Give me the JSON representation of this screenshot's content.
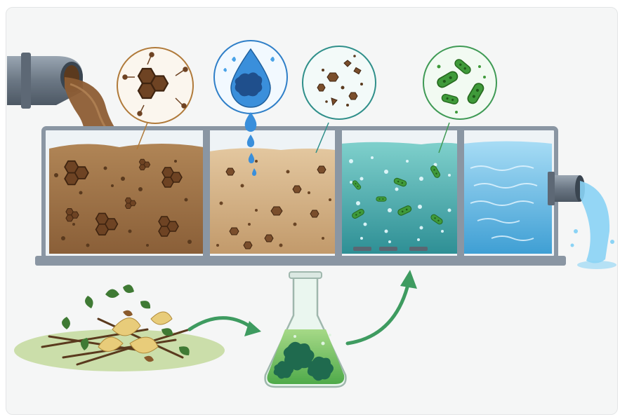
{
  "diagram": {
    "stages": [
      {
        "id": "raw-sludge",
        "zoom_icon": "pollutant-molecule-icon",
        "accent": "#b07a3a"
      },
      {
        "id": "primary-settling",
        "zoom_icon": "water-drop-with-particle-icon",
        "accent": "#2f7fc8"
      },
      {
        "id": "aerated-treatment",
        "zoom_icon": "particle-fragments-icon",
        "accent": "#2f8f8a"
      },
      {
        "id": "clean-water",
        "zoom_icon": "bacteria-icon",
        "accent": "#3f9a55"
      }
    ],
    "inputs": {
      "biomass": "plant-waste-pile-icon",
      "culture": "microbe-flask-icon"
    },
    "colors": {
      "sludge": "#9c7146",
      "settled": "#c8a47a",
      "aerated": "#4fb3ad",
      "clean": "#6fbde6",
      "frame": "#8a96a3",
      "arrow": "#3e9b60"
    }
  }
}
